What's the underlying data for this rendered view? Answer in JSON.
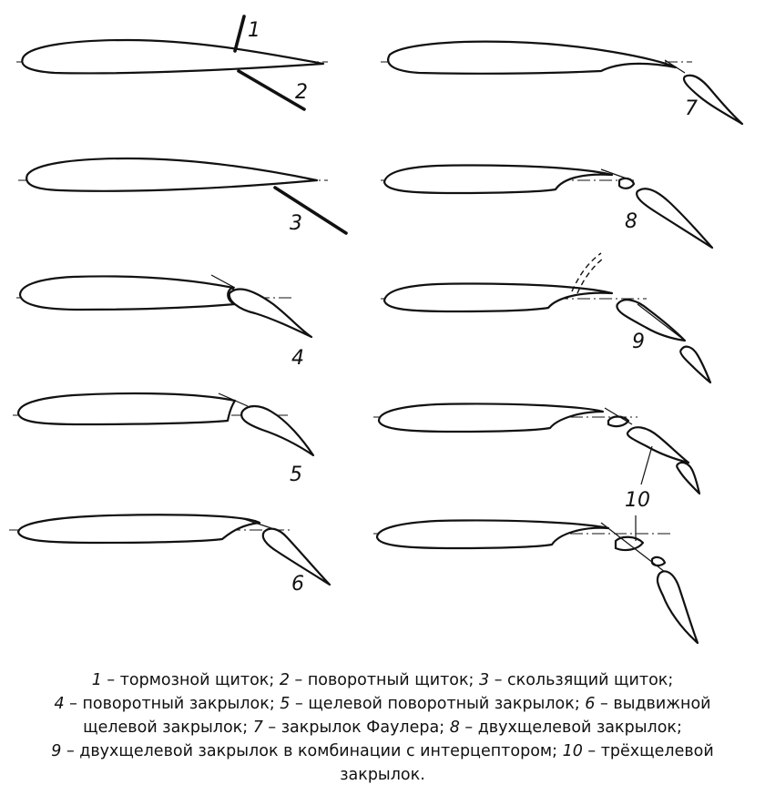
{
  "figure": {
    "labels": [
      "1",
      "2",
      "3",
      "4",
      "5",
      "6",
      "7",
      "8",
      "9",
      "10"
    ]
  },
  "caption": {
    "items": [
      {
        "num": "1",
        "text": " – тормозной щиток; "
      },
      {
        "num": "2",
        "text": " – поворотный щиток; "
      },
      {
        "num": "3",
        "text": " – скользящий щиток;"
      },
      {
        "num": "4",
        "text": " – поворотный закрылок; "
      },
      {
        "num": "5",
        "text": " – щелевой поворотный закрылок; "
      },
      {
        "num": "6",
        "text": " – выдвижной щелевой закрылок; "
      },
      {
        "num": "7",
        "text": " – закрылок Фаулера; "
      },
      {
        "num": "8",
        "text": " – двухщелевой закрылок;"
      },
      {
        "num": "9",
        "text": " – двухщелевой закрылок в комбинации с интерцептором; "
      },
      {
        "num": "10",
        "text": " – трёхщелевой закрылок."
      }
    ],
    "line5_end": "закрылок."
  },
  "colors": {
    "ink": "#111111",
    "background": "#ffffff"
  }
}
